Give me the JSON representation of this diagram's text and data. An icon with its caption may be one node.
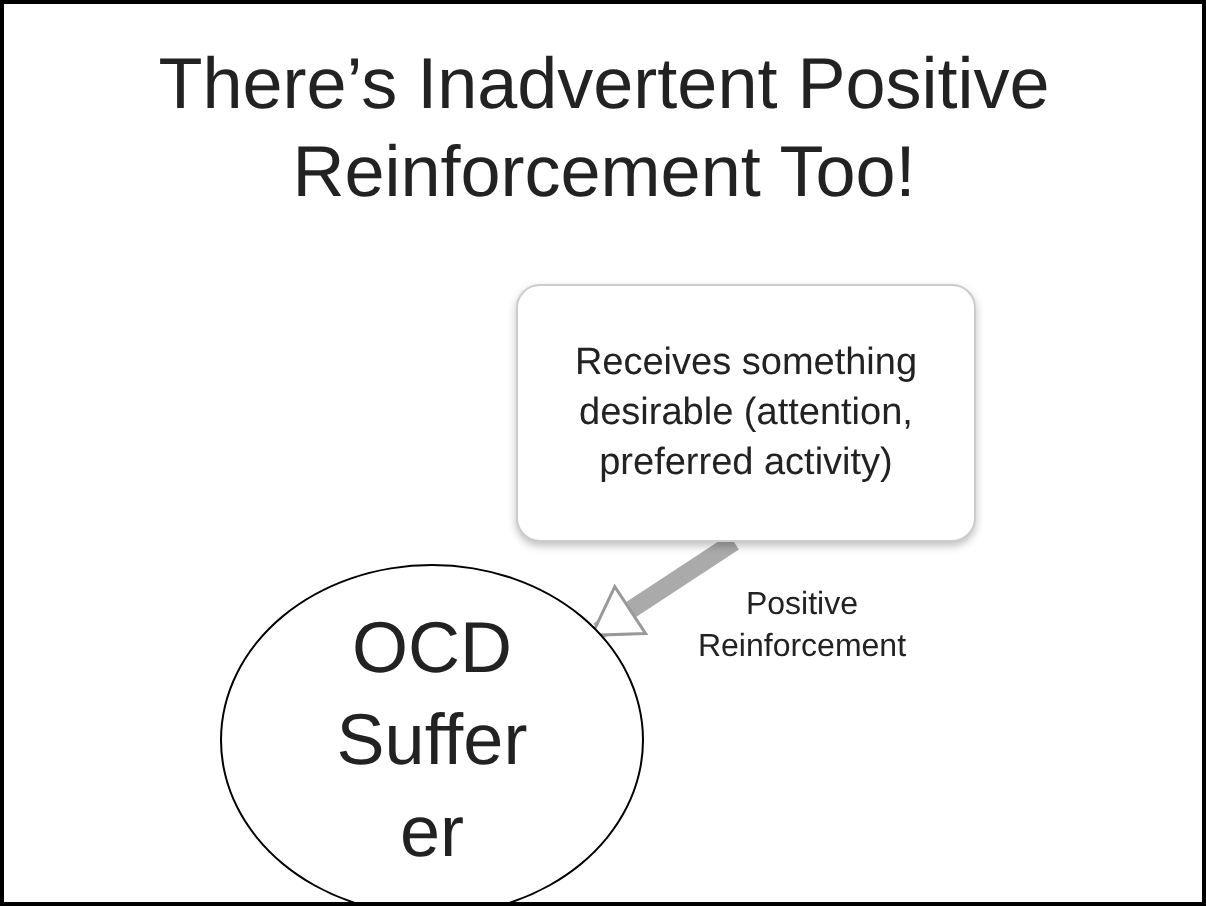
{
  "diagram": {
    "title": "There’s Inadvertent Positive Reinforcement Too!",
    "nodes": [
      {
        "text": [
          "Receives something desirable (attention, preferred activity)"
        ]
      },
      {
        "text": [
          "OCD Suffer er"
        ]
      }
    ],
    "edges": [
      {
        "from": 0,
        "to": 1,
        "arrow": "to",
        "label": "Positive Reinforcement"
      }
    ]
  }
}
